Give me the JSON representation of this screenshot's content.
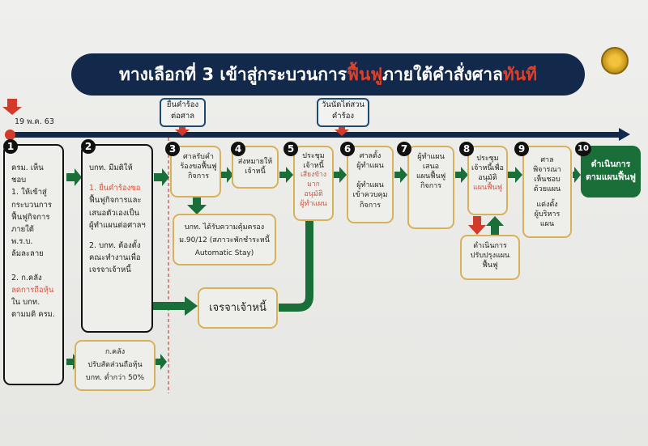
{
  "title": {
    "part1": "ทางเลือกที่ 3 เข้าสู่กระบวนการ",
    "part2": "ฟื้นฟู",
    "part3": "ภายใต้คำสั่งศาล",
    "part4": "ทันที"
  },
  "start_date": "19 พ.ค. 63",
  "callouts": [
    {
      "line1": "ยื่นคำร้อง",
      "line2": "ต่อศาล"
    },
    {
      "line1": "วันนัดไต่สวน",
      "line2": "คำร้อง"
    }
  ],
  "steps": {
    "s1": {
      "num": "1",
      "l1": "ครม. เห็นชอบ",
      "l2": "1. ให้เข้าสู่",
      "l3": "กระบวนการ",
      "l4": "ฟื้นฟูกิจการ",
      "l5": "ภายใต้ พ.ร.บ.",
      "l6": "ล้มละลาย",
      "l7": "2. ก.คลัง",
      "l8": "ลดการถือหุ้น",
      "l9": "ใน บกท.",
      "l10": "ตามมติ ครม."
    },
    "s2": {
      "num": "2",
      "l1": "บกท. มีมติให้",
      "l2": "1. ยื่นคำร้องขอ",
      "l3": "ฟื้นฟูกิจการและ",
      "l4": "เสนอตัวเองเป็น",
      "l5": "ผู้ทำแผนต่อศาลฯ",
      "l6": "2. บกท. ต้องตั้ง",
      "l7": "คณะทำงานเพื่อ",
      "l8": "เจรจาเจ้าหนี้"
    },
    "s3": {
      "num": "3",
      "text": "ศาลรับคำร้องขอฟื้นฟูกิจการ"
    },
    "s3_sub": {
      "l1": "บกท. ได้รับความคุ้มครอง",
      "l2": "ม.90/12 (สภาวะพักชำระหนี้",
      "l3": "Automatic Stay)"
    },
    "negotiate": "เจรจาเจ้าหนี้",
    "s4": {
      "num": "4",
      "text": "ส่งหมายให้เจ้าหนี้"
    },
    "s5": {
      "num": "5",
      "l1": "ประชุม",
      "l2": "เจ้าหนี้",
      "l3": "เสียงข้างมาก",
      "l4": "อนุมัติ",
      "l5": "ผู้ทำแผน"
    },
    "s6": {
      "num": "6",
      "l1": "ศาลตั้ง",
      "l2": "ผู้ทำแผน",
      "l3": "ผู้ทำแผน",
      "l4": "เข้าควบคุม",
      "l5": "กิจการ"
    },
    "s7": {
      "num": "7",
      "l1": "ผู้ทำแผน",
      "l2": "เสนอ",
      "l3": "แผนฟื้นฟู",
      "l4": "กิจการ"
    },
    "s8": {
      "num": "8",
      "l1": "ประชุม",
      "l2": "เจ้าหนี้เพื่อ",
      "l3": "อนุมัติ",
      "l4": "แผนฟื้นฟู"
    },
    "s8_sub": {
      "l1": "ดำเนินการ",
      "l2": "ปรับปรุงแผน",
      "l3": "ฟื้นฟู"
    },
    "s9": {
      "num": "9",
      "l1": "ศาล",
      "l2": "พิจารณา",
      "l3": "เห็นชอบ",
      "l4": "ด้วยแผน",
      "l5": "แต่งตั้ง",
      "l6": "ผู้บริหาร",
      "l7": "แผน"
    },
    "s10": {
      "num": "10",
      "l1": "ดำเนินการ",
      "l2": "ตามแผนฟื้นฟู"
    },
    "finance": {
      "l1": "ก.คลัง",
      "l2": "ปรับสัดส่วนถือหุ้น",
      "l3": "บกท. ต่ำกว่า 50%"
    }
  },
  "colors": {
    "navy": "#13294b",
    "red": "#e0402a",
    "green": "#1a6e38",
    "gold": "#d8b25a"
  }
}
